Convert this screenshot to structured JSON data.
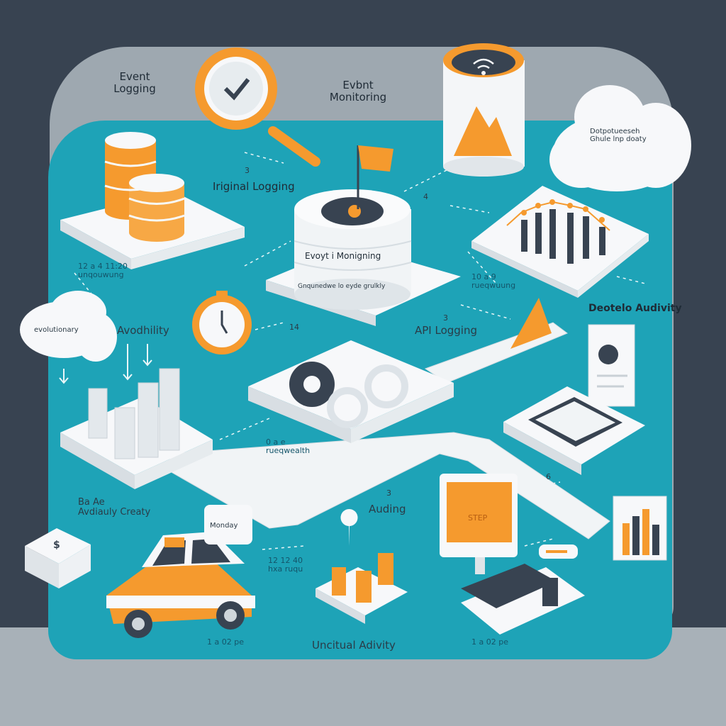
{
  "labels": {
    "event_logging": "Event\nLogging",
    "event_monitoring": "Evbnt\nMonitoring",
    "step_3a": "3",
    "original_logging": "Iriginal Logging",
    "step_4": "4",
    "cloud_text": "Dotpotueeseh\nGhule lnp doaty",
    "drum_top": "Evoyt i Monigning",
    "drum_bottom": "Gnqunedwe lo eyde grulkly",
    "avodhility": "Avodhility",
    "step_14": "14",
    "step_3b": "3",
    "api_logging": "API Logging",
    "deotelo_audivity": "Deotelo Audivity",
    "left_cloud": "evolutionary",
    "num_left": "12 a 4 11:20\nunqouwung",
    "num_right": "10 a 9\nrueqwuung",
    "num_mid": "0 a e\nrueqwealth",
    "auditing_step": "3",
    "auditing": "Auding",
    "step_6": "6",
    "avdiauly_left": "Ba Ae\nAvdiauly Creaty",
    "monday": "Monday",
    "ts_mid": "12 12 40\nhxa ruqu",
    "unusual_activity": "Uncitual Adivity",
    "ts_bottom_left": "1 a 02 pe",
    "ts_bottom_right": "1 a 02 pe",
    "monitor_step": "STEP",
    "dollar": "$"
  },
  "colors": {
    "teal": "#1ea3b7",
    "orange": "#f59a2e",
    "dark": "#384351",
    "white": "#f7f8fa"
  }
}
